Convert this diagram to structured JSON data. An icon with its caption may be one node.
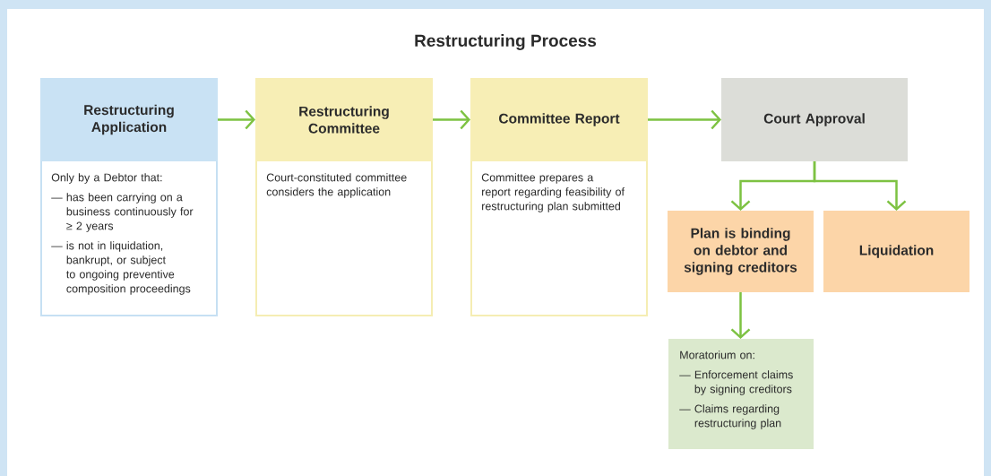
{
  "diagram": {
    "title": "Restructuring Process",
    "nodes": [
      {
        "text": [
          "Restructuring Application",
          "Only by a Debtor that:",
          "— has been carrying on a business continuously for ≥ 2 years",
          "— is not in liquidation, bankrupt, or subject to ongoing preventive composition proceedings"
        ]
      },
      {
        "text": [
          "Restructuring Committee",
          "Court-constituted committee considers the application"
        ]
      },
      {
        "text": [
          "Committee Report",
          "Committee prepares a report regarding feasibility of restructuring plan submitted"
        ]
      },
      {
        "text": [
          "Court Approval"
        ]
      },
      {
        "text": [
          "Plan is binding on debtor and signing creditors"
        ]
      },
      {
        "text": [
          "Liquidation"
        ]
      },
      {
        "text": [
          "Moratorium on:",
          "— Enforcement claims by signing creditors",
          "— Claims regarding restructuring plan"
        ]
      }
    ],
    "edges": [
      {
        "from": 0,
        "to": 1,
        "arrow": "to"
      },
      {
        "from": 1,
        "to": 2,
        "arrow": "to"
      },
      {
        "from": 2,
        "to": 3,
        "arrow": "to"
      },
      {
        "from": 3,
        "to": 4,
        "arrow": "to"
      },
      {
        "from": 3,
        "to": 5,
        "arrow": "to"
      },
      {
        "from": 4,
        "to": 6,
        "arrow": "to"
      }
    ]
  }
}
